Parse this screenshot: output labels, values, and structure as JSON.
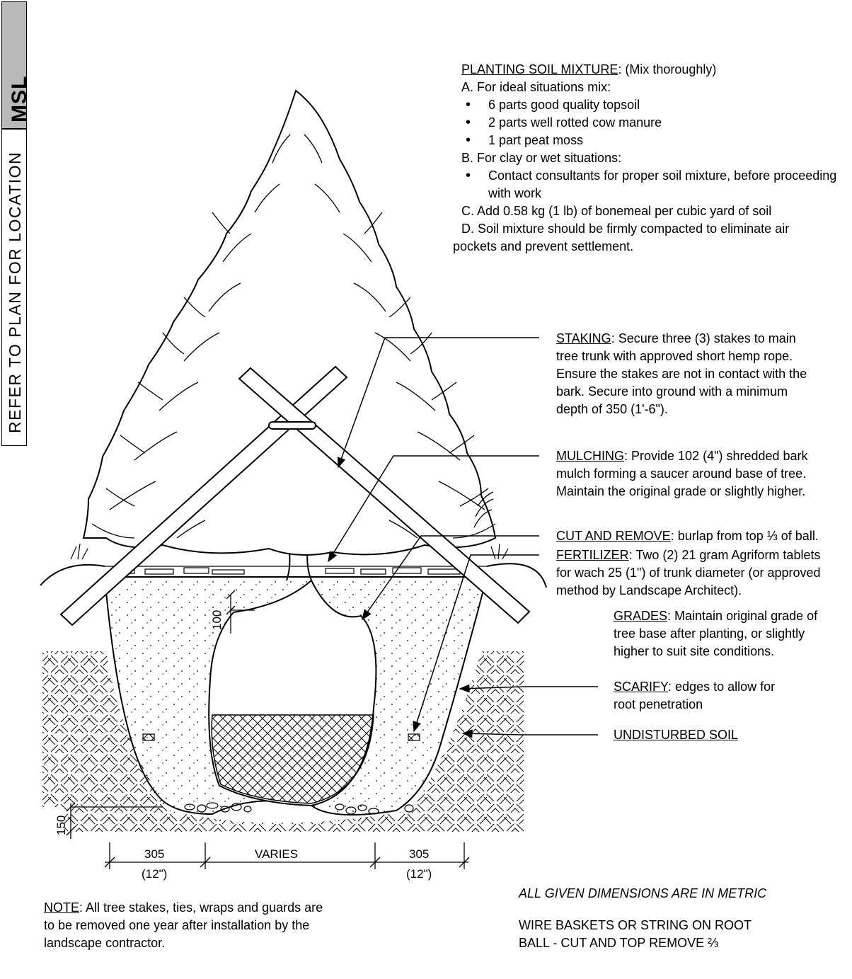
{
  "sidebar": {
    "logo": "MSL",
    "label": "REFER TO PLAN FOR LOCATION"
  },
  "soil_mixture": {
    "heading": "PLANTING SOIL MIXTURE",
    "heading_suffix": ": (Mix thoroughly)",
    "a": "A. For ideal situations mix:",
    "a_items": [
      "6 parts good quality topsoil",
      "2 parts well rotted cow manure",
      "1 part peat moss"
    ],
    "b": "B. For clay or wet situations:",
    "b_item_1": "Contact consultants for proper soil mixture, before proceeding",
    "b_item_2": "with work",
    "c": "C. Add 0.58 kg (1 lb) of bonemeal per cubic yard of soil",
    "d_1": "D. Soil mixture should be firmly compacted to eliminate air",
    "d_2": "pockets and prevent settlement."
  },
  "callouts": {
    "staking": {
      "term": "STAKING",
      "lines": [
        ": Secure three (3) stakes to main",
        "tree trunk with approved short hemp rope.",
        "Ensure the stakes are not in contact with the",
        "bark. Secure into ground with a minimum",
        "depth of 350 (1'-6\")."
      ]
    },
    "mulching": {
      "term": "MULCHING",
      "lines": [
        ": Provide 102 (4\") shredded bark",
        "mulch forming a saucer around base of tree.",
        "Maintain the original grade or slightly higher."
      ]
    },
    "cut_remove": {
      "term": "CUT AND REMOVE",
      "text": ": burlap from top ⅓ of ball."
    },
    "fertilizer": {
      "term": "FERTILIZER",
      "lines": [
        ": Two (2) 21 gram Agriform tablets",
        "for wach 25 (1\") of trunk diameter (or approved",
        "method by Landscape Architect)."
      ]
    },
    "grades": {
      "term": "GRADES",
      "lines": [
        ": Maintain original grade of",
        "tree base after planting, or slightly",
        "higher to suit site conditions."
      ]
    },
    "scarify": {
      "term": "SCARIFY",
      "lines": [
        ": edges to allow for",
        "root penetration"
      ]
    },
    "undisturbed": "UNDISTURBED SOIL"
  },
  "dimensions": {
    "d100": "100",
    "d150": "150",
    "left_305": "305",
    "left_12": "(12\")",
    "varies": "VARIES",
    "right_305": "305",
    "right_12": "(12\")"
  },
  "footer": {
    "note_term": "NOTE",
    "note_lines": [
      ": All tree stakes, ties, wraps and guards are",
      "to be removed one year after installation by the",
      "landscape contractor."
    ],
    "metric": "ALL GIVEN DIMENSIONS ARE IN METRIC",
    "wire_1": "WIRE BASKETS OR STRING ON ROOT",
    "wire_2": "BALL - CUT AND TOP REMOVE ⅔"
  },
  "colors": {
    "ink": "#000000",
    "logo_bg": "#b9b9b9"
  }
}
